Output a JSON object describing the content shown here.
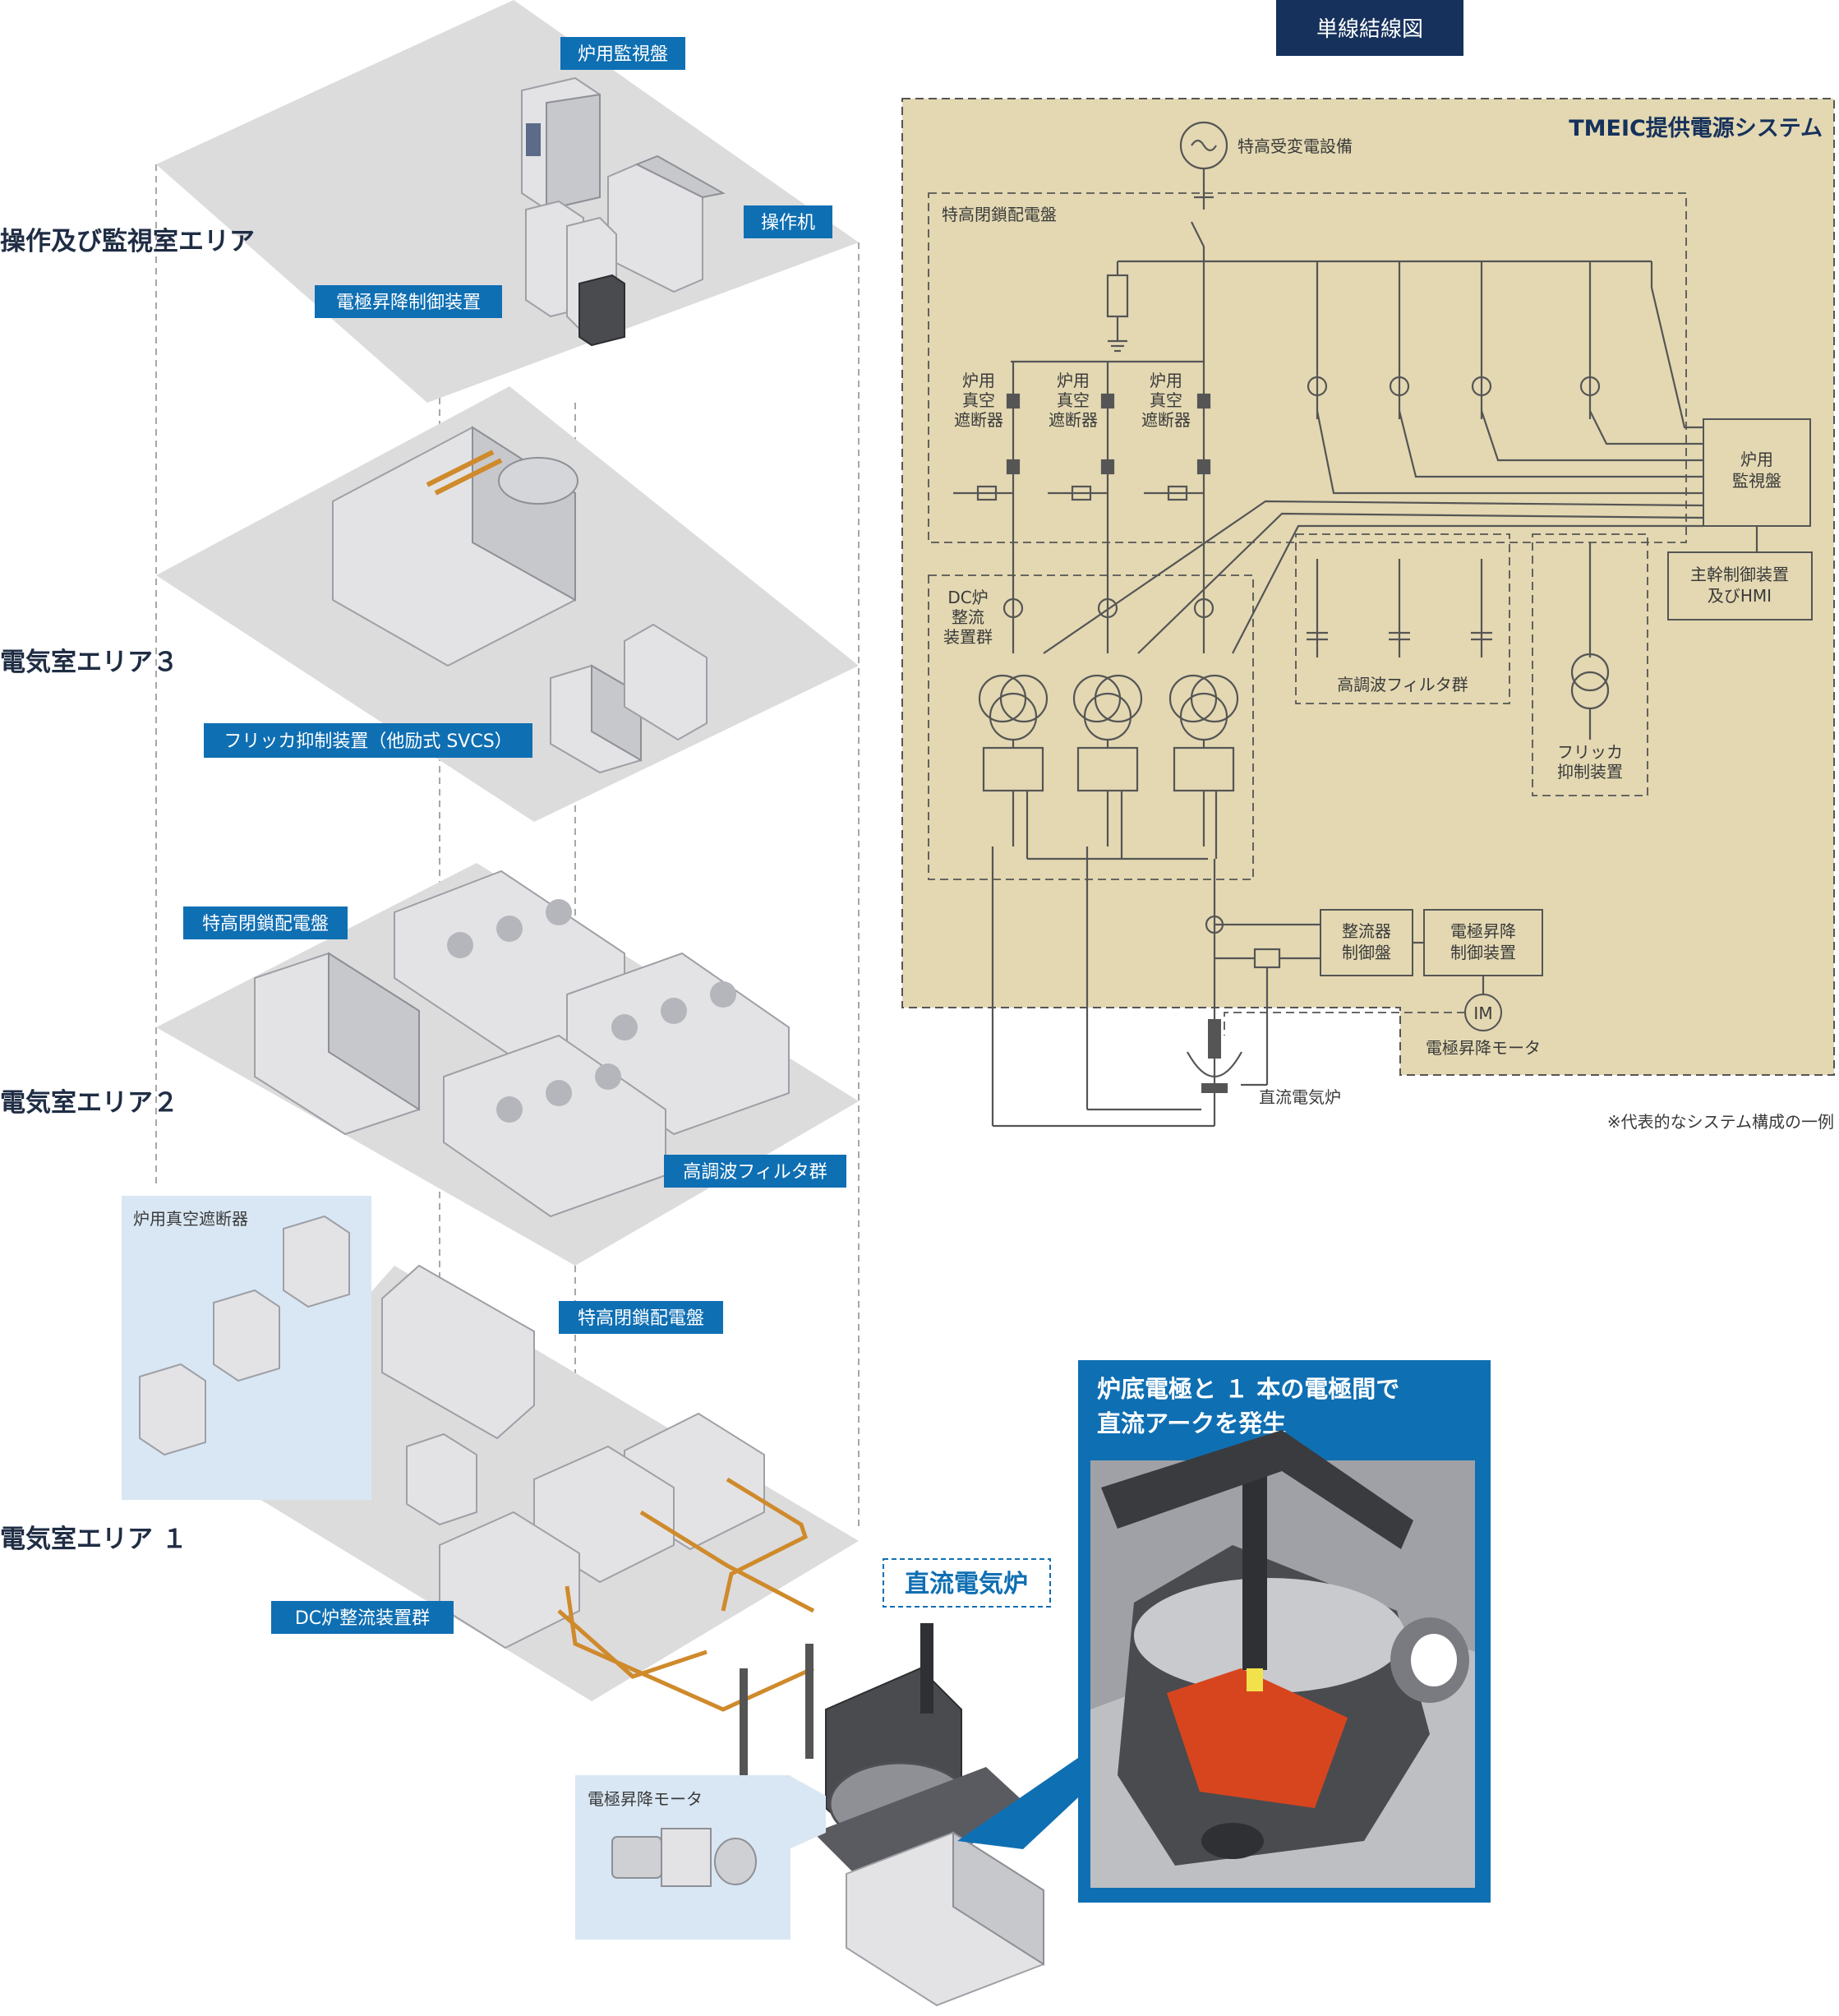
{
  "schematic": {
    "title": "単線結線図",
    "system": "TMEIC提供電源システム",
    "note": "※代表的なシステム構成の一例",
    "labels": {
      "substation": "特高受変電設備",
      "switchgear": "特高閉鎖配電盤",
      "vcb": [
        "炉用",
        "真空",
        "遮断器"
      ],
      "dc_group": [
        "DC炉",
        "整流",
        "装置群"
      ],
      "monitor": [
        "炉用",
        "監視盤"
      ],
      "main_ctrl": [
        "主幹制御装置",
        "及びHMI"
      ],
      "harmonic": "高調波フィルタ群",
      "flicker": [
        "フリッカ",
        "抑制装置"
      ],
      "rect_ctrl": [
        "整流器",
        "制御盤"
      ],
      "elec_ctrl": [
        "電極昇降",
        "制御装置"
      ],
      "im": "IM",
      "motor": "電極昇降モータ",
      "furnace": "直流電気炉"
    }
  },
  "illustration": {
    "areas": {
      "control_room": "操作及び監視室エリア",
      "elec3": "電気室エリア３",
      "elec2": "電気室エリア２",
      "elec1": "電気室エリア １"
    },
    "tags": {
      "monitor_panel": "炉用監視盤",
      "console": "操作机",
      "electrode_ctrl": "電極昇降制御装置",
      "flicker": "フリッカ抑制装置（他励式 SVCS）",
      "switchgear2": "特高閉鎖配電盤",
      "harmonic": "高調波フィルタ群",
      "vcb_box": "炉用真空遮断器",
      "switchgear1": "特高閉鎖配電盤",
      "dc_rect": "DC炉整流装置群",
      "dc_furnace": "直流電気炉",
      "motor_box": "電極昇降モータ"
    },
    "callout": [
      "炉底電極と １ 本の電極間で",
      "直流アークを発生"
    ]
  },
  "colors": {
    "navy": "#16315b",
    "blue": "#0f6fb3",
    "beige": "#e3d8b2",
    "orange": "#cf8a2b",
    "lightblue": "#d9e7f4"
  }
}
